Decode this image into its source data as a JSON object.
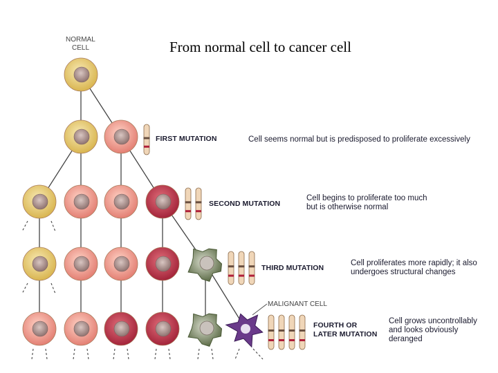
{
  "title": "From normal cell to cancer cell",
  "normal_cell_label": [
    "NORMAL",
    "CELL"
  ],
  "malignant_cell_label": "MALIGNANT CELL",
  "stages": [
    {
      "label": [
        "FIRST MUTATION"
      ],
      "description": [
        "Cell seems normal but is predisposed to proliferate excessively"
      ]
    },
    {
      "label": [
        "SECOND MUTATION"
      ],
      "description": [
        "Cell begins to proliferate too much",
        "but is otherwise normal"
      ]
    },
    {
      "label": [
        "THIRD MUTATION"
      ],
      "description": [
        "Cell proliferates more rapidly; it also",
        "undergoes structural changes"
      ]
    },
    {
      "label": [
        "FOURTH OR",
        "LATER MUTATION"
      ],
      "description": [
        "Cell grows uncontrollably",
        "and looks obviously",
        "deranged"
      ]
    }
  ],
  "colors": {
    "normal": "#e6c76a",
    "first": "#f0a090",
    "second": "#e88a88",
    "third": "#c63a4c",
    "fourth": "#7f8d6a",
    "malignant": "#6a3a8a",
    "line": "#444444",
    "chromosome": "#f0d6b8"
  }
}
